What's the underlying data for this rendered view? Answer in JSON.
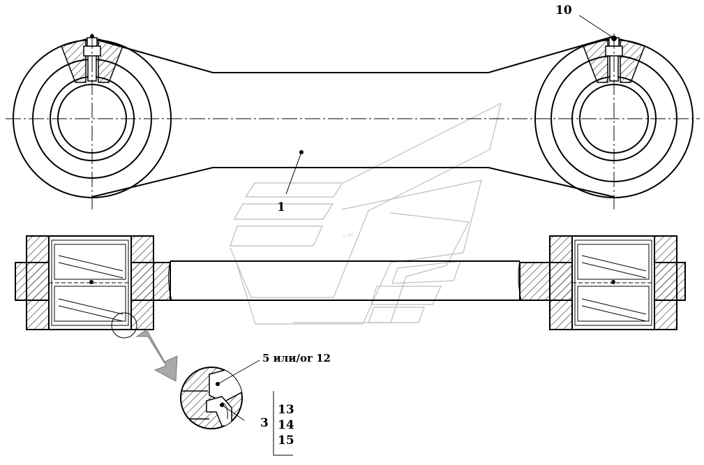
{
  "callouts": {
    "c10": "10",
    "c1": "1",
    "c5_12": "5 или/or 12",
    "c3": "3",
    "c13": "13",
    "c14": "14",
    "c15": "15"
  },
  "watermark": {
    "small_text": "© ooo"
  }
}
